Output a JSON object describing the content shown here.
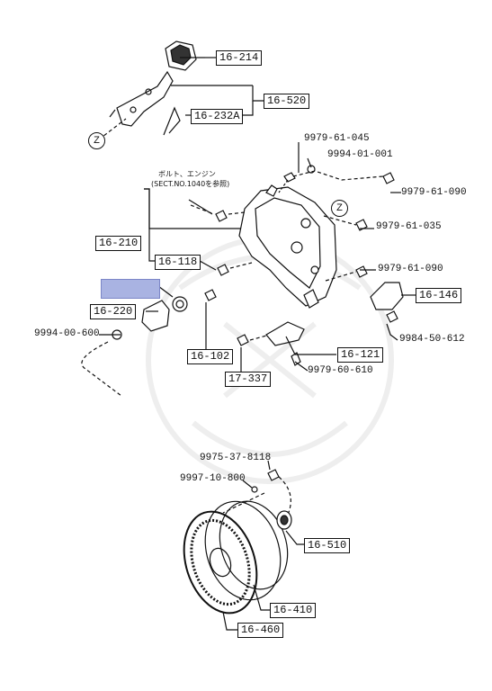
{
  "diagram": {
    "callouts": {
      "p16_214": "16-214",
      "p16_520": "16-520",
      "p16_232A": "16-232A",
      "p9979_61_045": "9979-61-045",
      "p9994_01_001": "9994-01-001",
      "p9979_61_090_a": "9979-61-090",
      "p9979_61_035": "9979-61-035",
      "p9979_61_090_b": "9979-61-090",
      "p16_210": "16-210",
      "p16_118": "16-118",
      "p16_146": "16-146",
      "p16_220": "16-220",
      "p9994_00_600": "9994-00-600",
      "p16_121": "16-121",
      "p9984_50_612": "9984-50-612",
      "p16_102": "16-102",
      "p17_337": "17-337",
      "p9979_60_610": "9979-60-610",
      "p9975_37_8118": "9975-37-8118",
      "p9997_10_800": "9997-10-800",
      "p16_510": "16-510",
      "p16_410": "16-410",
      "p16_460": "16-460"
    },
    "note_line1": "ボルト、エンジン",
    "note_line2": "(SECT.NO.1040を参照)",
    "zone_marker": "Z",
    "highlight_color": "#a9b3e2"
  }
}
